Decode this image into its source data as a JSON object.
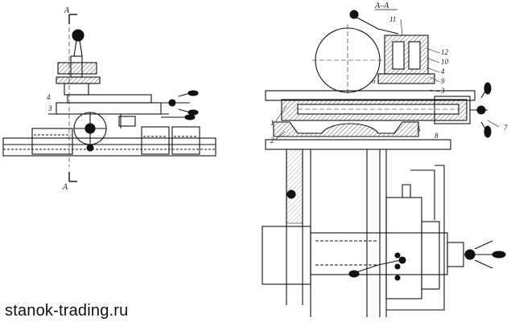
{
  "section_marks": {
    "top_arrow": "A",
    "bottom_arrow": "A",
    "section_title": "A–A"
  },
  "left_view_callouts": [
    "4",
    "3"
  ],
  "section_view_callouts": [
    "11",
    "12",
    "10",
    "4",
    "9",
    "3",
    "6",
    "1",
    "2",
    "5",
    "8",
    "7"
  ],
  "watermark": "stanok-trading.ru",
  "colors": {
    "ink": "#111111",
    "paper": "#ffffff",
    "hatch": "#333333"
  }
}
